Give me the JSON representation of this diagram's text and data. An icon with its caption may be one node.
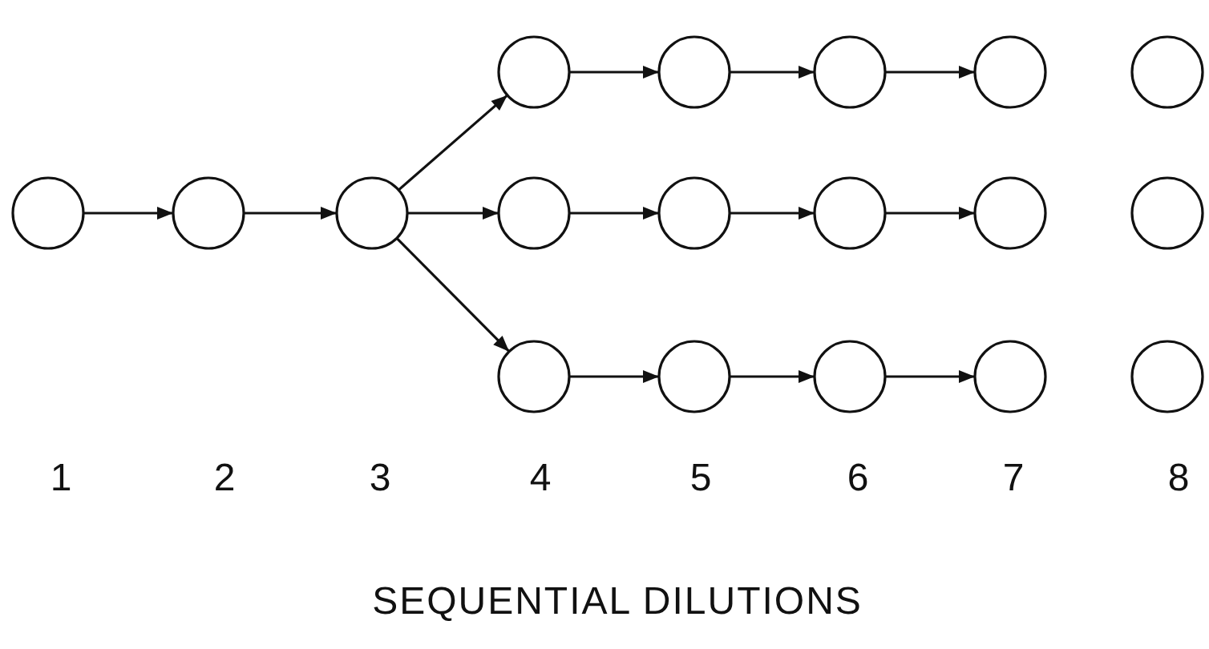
{
  "diagram": {
    "caption": "SEQUENTIAL DILUTIONS",
    "nodes": [
      {
        "text": [],
        "shape": "circle"
      },
      {
        "text": [],
        "shape": "circle"
      },
      {
        "text": [],
        "shape": "circle"
      },
      {
        "text": [],
        "shape": "circle"
      },
      {
        "text": [],
        "shape": "circle"
      },
      {
        "text": [],
        "shape": "circle"
      },
      {
        "text": [],
        "shape": "circle"
      },
      {
        "text": [],
        "shape": "circle"
      },
      {
        "text": [],
        "shape": "circle"
      },
      {
        "text": [],
        "shape": "circle"
      },
      {
        "text": [],
        "shape": "circle"
      },
      {
        "text": [],
        "shape": "circle"
      },
      {
        "text": [],
        "shape": "circle"
      },
      {
        "text": [],
        "shape": "circle"
      },
      {
        "text": [],
        "shape": "circle"
      },
      {
        "text": [],
        "shape": "circle"
      },
      {
        "text": [],
        "shape": "circle"
      },
      {
        "text": [],
        "shape": "circle"
      }
    ],
    "edges": [
      {
        "from": 0,
        "to": 1,
        "arrow": "to"
      },
      {
        "from": 1,
        "to": 2,
        "arrow": "to"
      },
      {
        "from": 2,
        "to": 3,
        "arrow": "to"
      },
      {
        "from": 2,
        "to": 8,
        "arrow": "to"
      },
      {
        "from": 2,
        "to": 13,
        "arrow": "to"
      },
      {
        "from": 3,
        "to": 4,
        "arrow": "to"
      },
      {
        "from": 4,
        "to": 5,
        "arrow": "to"
      },
      {
        "from": 5,
        "to": 6,
        "arrow": "to"
      },
      {
        "from": 8,
        "to": 9,
        "arrow": "to"
      },
      {
        "from": 9,
        "to": 10,
        "arrow": "to"
      },
      {
        "from": 10,
        "to": 11,
        "arrow": "to"
      },
      {
        "from": 13,
        "to": 14,
        "arrow": "to"
      },
      {
        "from": 14,
        "to": 15,
        "arrow": "to"
      },
      {
        "from": 15,
        "to": 16,
        "arrow": "to"
      }
    ],
    "labels": [
      "1",
      "2",
      "3",
      "4",
      "5",
      "6",
      "7",
      "8"
    ]
  }
}
